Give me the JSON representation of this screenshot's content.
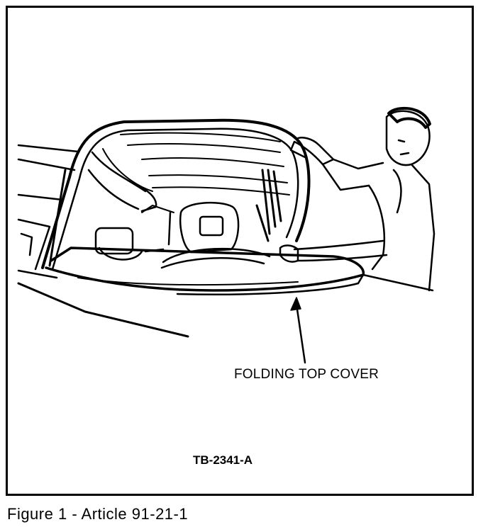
{
  "figure": {
    "callout_label": "FOLDING TOP COVER",
    "reference_code": "TB-2341-A",
    "caption": "Figure 1 - Article 91-21-1"
  },
  "colors": {
    "ink": "#000000",
    "paper": "#ffffff"
  },
  "icons": [
    "arrow-icon"
  ]
}
